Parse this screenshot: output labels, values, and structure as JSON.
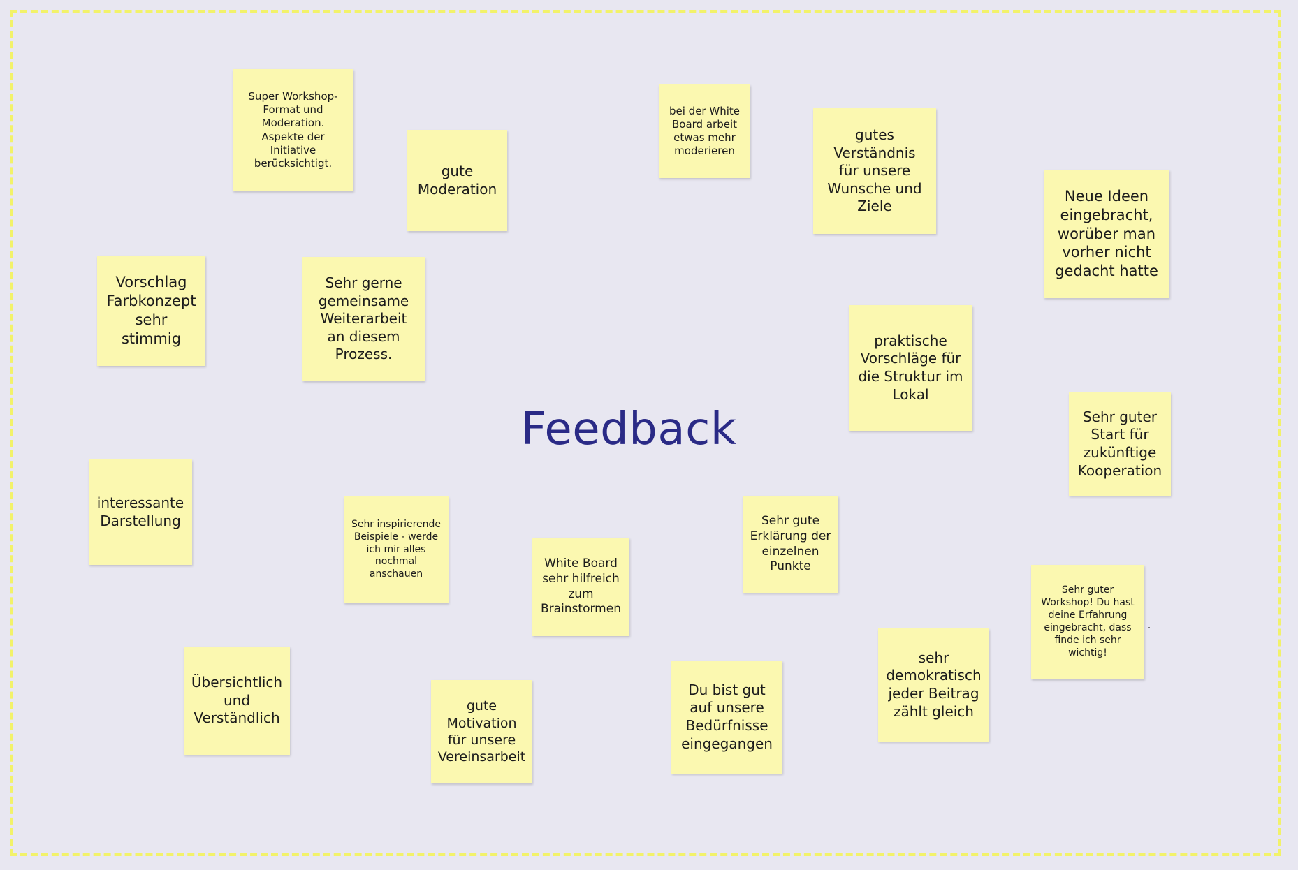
{
  "board": {
    "title": "Feedback",
    "title_color": "#2a2a86",
    "frame_color": "#f2f26a",
    "background": "#e8e7f1",
    "note_color": "#fbf8b0"
  },
  "notes": {
    "super_workshop": "Super Workshop-\nFormat und\nModeration.\nAspekte der\nInitiative\nberücksichtigt.",
    "gute_moderation": "gute\nModeration",
    "white_board_moderieren": "bei der White\nBoard arbeit\netwas mehr\nmoderieren",
    "gutes_verstaendnis": "gutes\nVerständnis\nfür unsere\nWunsche und\nZiele",
    "neue_ideen": "Neue Ideen\neingebracht,\nworüber man\nvorher nicht\ngedacht hatte",
    "vorschlag_farbkonzept": "Vorschlag\nFarbkonzept\nsehr\nstimmig",
    "sehr_gerne": "Sehr gerne\ngemeinsame\nWeiterarbeit\nan diesem\nProzess.",
    "praktische_vorschlaege": "praktische\nVorschläge für\ndie Struktur im\nLokal",
    "sehr_guter_start": "Sehr guter\nStart für\nzukünftige\nKooperation",
    "interessante_darstellung": "interessante\nDarstellung",
    "inspirierende_beispiele": "Sehr inspirierende\nBeispiele - werde\nich mir alles\nnochmal\nanschauen",
    "white_board_hilfreich": "White Board\nsehr hilfreich\nzum\nBrainstormen",
    "sehr_gute_erklaerung": "Sehr gute\nErklärung der\neinzelnen\nPunkte",
    "sehr_guter_workshop": "Sehr guter\nWorkshop! Du hast\ndeine Erfahrung\neingebracht, dass\nfinde ich sehr\nwichtig!",
    "uebersichtlich": "Übersichtlich\nund\nVerständlich",
    "gute_motivation": "gute\nMotivation\nfür unsere\nVereinsarbeit",
    "beduerfnisse": "Du bist gut\nauf unsere\nBedürfnisse\neingegangen",
    "demokratisch": "sehr\ndemokratisch\njeder Beitrag\nzählt gleich"
  }
}
